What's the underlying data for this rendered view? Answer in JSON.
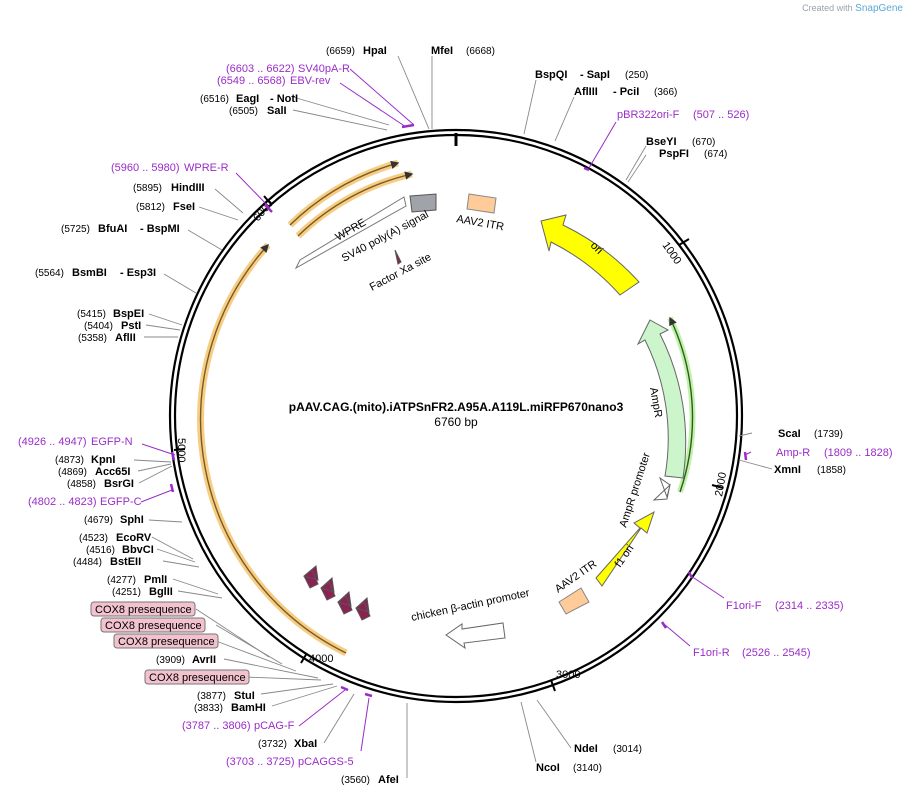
{
  "credit": {
    "prefix": "Created with",
    "brand": "SnapGene"
  },
  "plasmid": {
    "name": "pAAV.CAG.(mito).iATPSnFR2.A95A.A119L.miRFP670nano3",
    "size_label": "6760 bp"
  },
  "ticks": [
    "1000",
    "2000",
    "3000",
    "4000",
    "5000",
    "6000"
  ],
  "sites": [
    {
      "id": "hpai",
      "pos": "(6659)",
      "name": "HpaI"
    },
    {
      "id": "mfei",
      "pos": "(6668)",
      "name": "MfeI"
    },
    {
      "id": "bspqi",
      "name": "BspQI",
      "name2": "- SapI",
      "pos": "(250)"
    },
    {
      "id": "afliii-top",
      "name": "AflIII",
      "name2": "- PciI",
      "pos": "(366)"
    },
    {
      "id": "bseyi",
      "name": "BseYI",
      "pos": "(670)"
    },
    {
      "id": "pspfi",
      "name": "PspFI",
      "pos": "(674)"
    },
    {
      "id": "eagi",
      "pos": "(6516)",
      "name": "EagI",
      "name2": "- NotI"
    },
    {
      "id": "sali",
      "pos": "(6505)",
      "name": "SalI"
    },
    {
      "id": "hindiii",
      "pos": "(5895)",
      "name": "HindIII"
    },
    {
      "id": "fsei",
      "pos": "(5812)",
      "name": "FseI"
    },
    {
      "id": "bfuai",
      "pos": "(5725)",
      "name": "BfuAI",
      "name2": "- BspMI"
    },
    {
      "id": "bsmbi",
      "pos": "(5564)",
      "name": "BsmBI",
      "name2": "- Esp3I"
    },
    {
      "id": "bspei",
      "pos": "(5415)",
      "name": "BspEI"
    },
    {
      "id": "psti",
      "pos": "(5404)",
      "name": "PstI"
    },
    {
      "id": "aflii",
      "pos": "(5358)",
      "name": "AflII"
    },
    {
      "id": "kpni",
      "pos": "(4873)",
      "name": "KpnI"
    },
    {
      "id": "acc65i",
      "pos": "(4869)",
      "name": "Acc65I"
    },
    {
      "id": "bsrgi",
      "pos": "(4858)",
      "name": "BsrGI"
    },
    {
      "id": "sphi",
      "pos": "(4679)",
      "name": "SphI"
    },
    {
      "id": "ecorv",
      "pos": "(4523)",
      "name": "EcoRV"
    },
    {
      "id": "bbvci",
      "pos": "(4516)",
      "name": "BbvCI"
    },
    {
      "id": "bsteii",
      "pos": "(4484)",
      "name": "BstEII"
    },
    {
      "id": "pmli",
      "pos": "(4277)",
      "name": "PmlI"
    },
    {
      "id": "bglii",
      "pos": "(4251)",
      "name": "BglII"
    },
    {
      "id": "avrii",
      "pos": "(3909)",
      "name": "AvrII"
    },
    {
      "id": "stui",
      "pos": "(3877)",
      "name": "StuI"
    },
    {
      "id": "bamhi",
      "pos": "(3833)",
      "name": "BamHI"
    },
    {
      "id": "xbai",
      "pos": "(3732)",
      "name": "XbaI"
    },
    {
      "id": "afei",
      "pos": "(3560)",
      "name": "AfeI"
    },
    {
      "id": "scai",
      "name": "ScaI",
      "pos": "(1739)"
    },
    {
      "id": "xmni",
      "name": "XmnI",
      "pos": "(1858)"
    },
    {
      "id": "ndei",
      "name": "NdeI",
      "pos": "(3014)"
    },
    {
      "id": "ncoi",
      "name": "NcoI",
      "pos": "(3140)"
    }
  ],
  "primers": [
    {
      "id": "sv40pa-r",
      "range": "(6603 .. 6622)",
      "name": "SV40pA-R"
    },
    {
      "id": "ebv-rev",
      "range": "(6549 .. 6568)",
      "name": "EBV-rev"
    },
    {
      "id": "pbr322ori-f",
      "name": "pBR322ori-F",
      "range": "(507 .. 526)"
    },
    {
      "id": "wpre-r",
      "range": "(5960 .. 5980)",
      "name": "WPRE-R"
    },
    {
      "id": "egfp-n",
      "range": "(4926 .. 4947)",
      "name": "EGFP-N"
    },
    {
      "id": "egfp-c",
      "range": "(4802 .. 4823)",
      "name": "EGFP-C"
    },
    {
      "id": "pcag-f",
      "range": "(3787 .. 3806)",
      "name": "pCAG-F"
    },
    {
      "id": "pcaggs-5",
      "range": "(3703 .. 3725)",
      "name": "pCAGGS-5"
    },
    {
      "id": "amp-r",
      "name": "Amp-R",
      "range": "(1809 .. 1828)"
    },
    {
      "id": "f1ori-f",
      "name": "F1ori-F",
      "range": "(2314 .. 2335)"
    },
    {
      "id": "f1ori-r",
      "name": "F1ori-R",
      "range": "(2526 .. 2545)"
    }
  ],
  "cox8_labels": [
    "COX8 presequence",
    "COX8 presequence",
    "COX8 presequence",
    "COX8 presequence"
  ],
  "features": {
    "wpre": "WPRE",
    "sv40": "SV40 poly(A) signal",
    "factor_xa": "Factor Xa site",
    "aav2_itr_top": "AAV2 ITR",
    "ori": "ori",
    "ampr": "AmpR",
    "ampr_promoter": "AmpR promoter",
    "f1_ori": "f1 ori",
    "aav2_itr_bottom": "AAV2 ITR",
    "cba_promoter": "chicken β-actin promoter"
  },
  "colors": {
    "primer": "#9a2cc8",
    "ori": "#ffff00",
    "ampr": "#ccf5cc",
    "itr": "#ffcc99",
    "sv40": "#a0a4aa",
    "cox8": "#8b2252",
    "highlight": "#f5c878",
    "cox8_box": "#f2c2cf"
  }
}
